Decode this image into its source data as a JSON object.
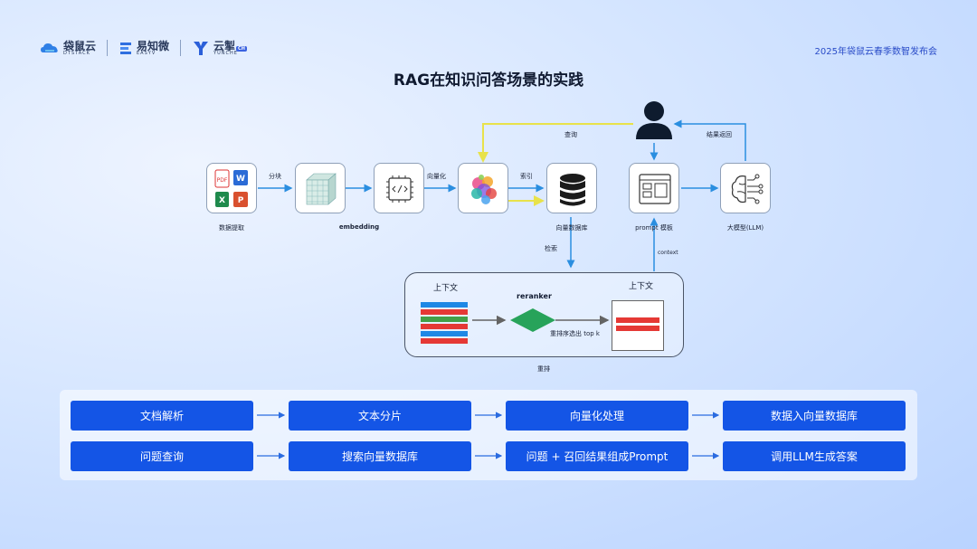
{
  "header": {
    "logo_dtstack_name": "袋鼠云",
    "logo_dtstack_sub": "DTSTACK",
    "logo_easyv_name": "易知微",
    "logo_easyv_sub": "EASYV",
    "logo_yunche_name": "云掣",
    "logo_yunche_sub": "YUNCHE",
    "logo_yunche_badge": "CH",
    "event": "2025年袋鼠云春季数智发布会"
  },
  "title": "RAG在知识问答场景的实践",
  "pipeline": {
    "data_extract": "数据提取",
    "chunk": "分块",
    "embedding": "embedding",
    "vectorize": "向量化",
    "index": "索引",
    "vector_db": "向量数据库",
    "prompt_template": "prompt 模板",
    "llm": "大模型(LLM)",
    "query": "查询",
    "result_return": "结果返回",
    "retrieve": "检索",
    "context": "context"
  },
  "rerank": {
    "left_title": "上下文",
    "right_title": "上下文",
    "reranker": "reranker",
    "select": "重排序选出 top k",
    "caption": "重排"
  },
  "file_icons": {
    "pdf": "PDF",
    "word": "W",
    "excel": "X",
    "ppt": "P"
  },
  "steps_row1": [
    "文档解析",
    "文本分片",
    "向量化处理",
    "数据入向量数据库"
  ],
  "steps_row2": [
    "问题查询",
    "搜索向量数据库",
    "问题 + 召回结果组成Prompt",
    "调用LLM生成答案"
  ],
  "colors": {
    "step_blue": "#1455e6",
    "arrow_blue": "#2a8ee0",
    "query_yellow": "#e8e24a",
    "bar_red": "#e53935",
    "bar_green": "#43a047",
    "bar_blue": "#1e88e5"
  }
}
